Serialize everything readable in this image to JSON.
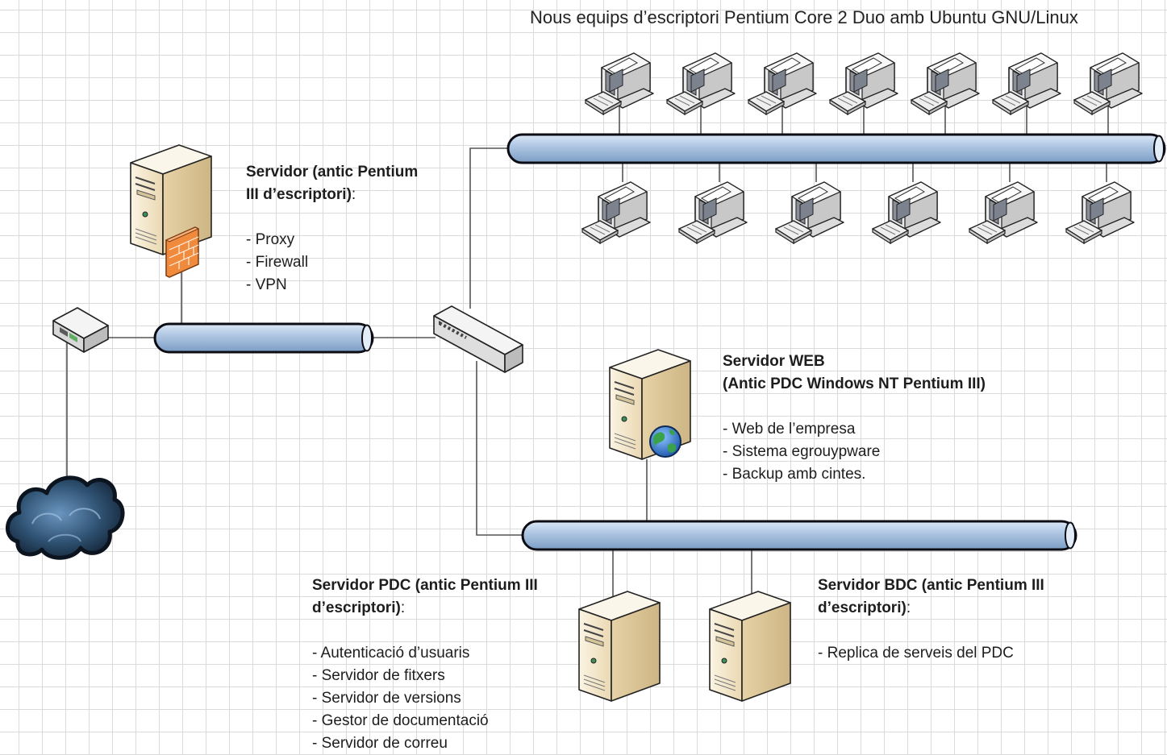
{
  "title": "Nous equips d’escriptori Pentium Core 2 Duo amb Ubuntu GNU/Linux",
  "proxy_server": {
    "heading": [
      "Servidor (antic Pentium",
      "III d’escriptori)"
    ],
    "heading_suffix": ":",
    "items": [
      "- Proxy",
      "- Firewall",
      "- VPN"
    ]
  },
  "web_server": {
    "heading": [
      "Servidor WEB",
      "(Antic PDC Windows NT Pentium III)"
    ],
    "items": [
      "- Web de l’empresa",
      "- Sistema egrouypware",
      "- Backup amb cintes."
    ]
  },
  "pdc_server": {
    "heading": [
      "Servidor PDC (antic Pentium III",
      "d’escriptori)"
    ],
    "heading_suffix": ":",
    "items": [
      "- Autenticació d’usuaris",
      "- Servidor de fitxers",
      "- Servidor de versions",
      "- Gestor de documentació",
      "- Servidor de correu"
    ]
  },
  "bdc_server": {
    "heading": [
      "Servidor BDC (antic Pentium III",
      "d’escriptori)"
    ],
    "heading_suffix": ":",
    "items": [
      "- Replica de serveis del PDC"
    ]
  },
  "desktops": {
    "top_row_count": 7,
    "bottom_row_count": 6
  },
  "colors": {
    "bus_fill": "#a9c3e2",
    "bus_stroke": "#0c0c14",
    "server_body": "#f3e6c9",
    "firewall": "#f08a3c",
    "cloud": "#2f5272",
    "globe": "#3a7bd5",
    "line": "#555555"
  }
}
